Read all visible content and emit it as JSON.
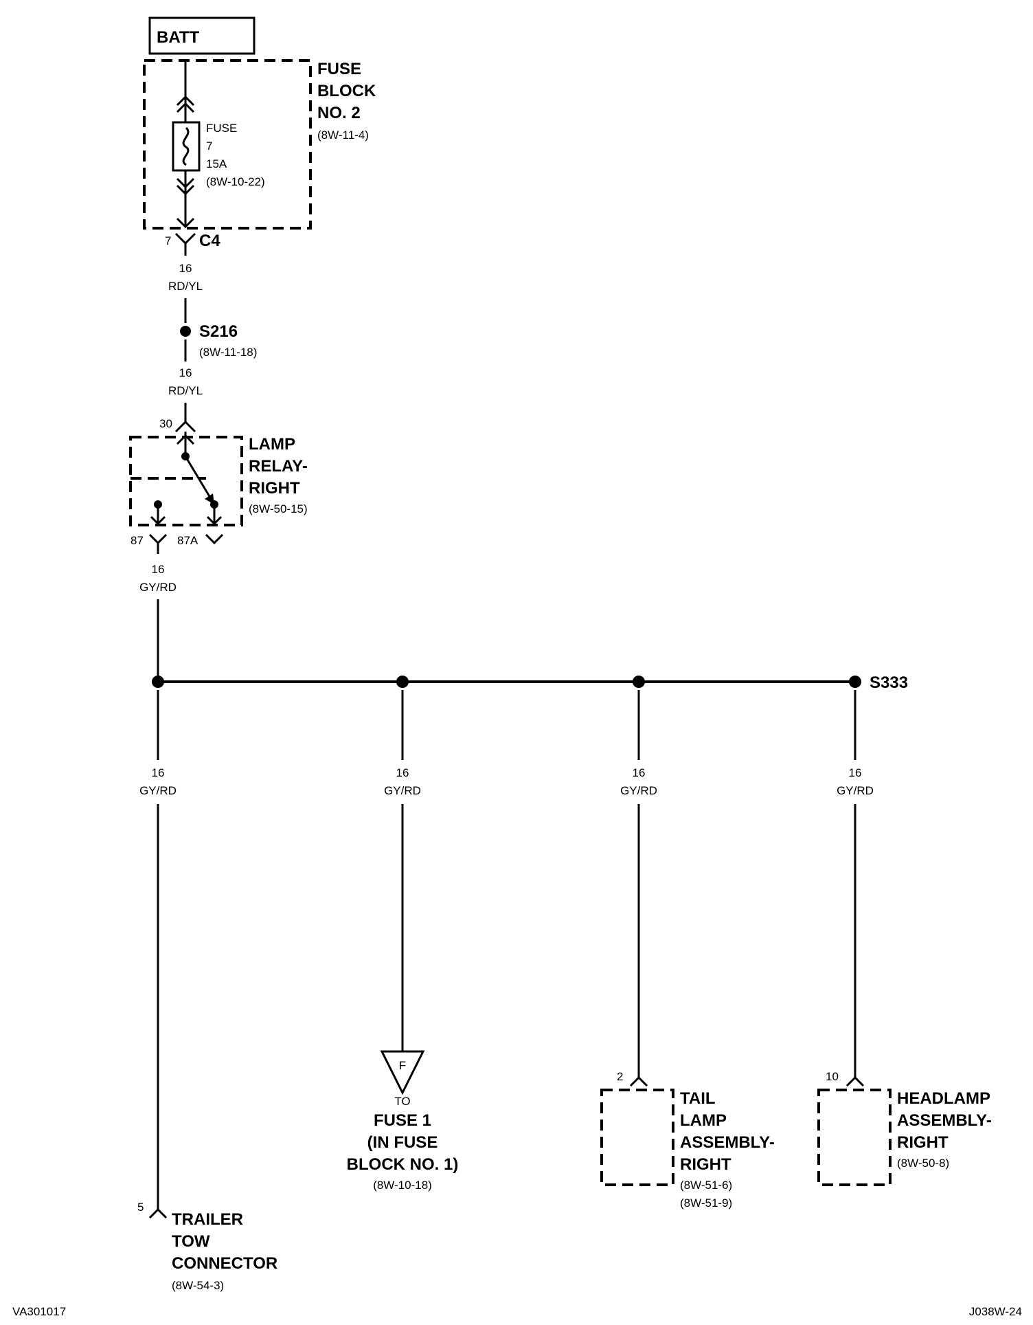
{
  "batt": "BATT",
  "fuse_block_2": {
    "line1": "FUSE",
    "line2": "BLOCK",
    "line3": "NO. 2",
    "ref": "(8W-11-4)"
  },
  "fuse": {
    "label": "FUSE",
    "number": "7",
    "rating": "15A",
    "ref": "(8W-10-22)"
  },
  "c4": {
    "pin": "7",
    "name": "C4"
  },
  "wire_a": {
    "gauge": "16",
    "color": "RD/YL"
  },
  "s216": {
    "name": "S216",
    "ref": "(8W-11-18)"
  },
  "wire_b": {
    "gauge": "16",
    "color": "RD/YL"
  },
  "relay": {
    "pin_in": "30",
    "line1": "LAMP",
    "line2": "RELAY-",
    "line3": "RIGHT",
    "ref": "(8W-50-15)",
    "pin_87": "87",
    "pin_87a": "87A"
  },
  "wire_c": {
    "gauge": "16",
    "color": "GY/RD"
  },
  "s333": {
    "name": "S333"
  },
  "branches": [
    {
      "gauge": "16",
      "color": "GY/RD"
    },
    {
      "gauge": "16",
      "color": "GY/RD"
    },
    {
      "gauge": "16",
      "color": "GY/RD"
    },
    {
      "gauge": "16",
      "color": "GY/RD"
    }
  ],
  "trailer": {
    "pin": "5",
    "line1": "TRAILER",
    "line2": "TOW",
    "line3": "CONNECTOR",
    "ref": "(8W-54-3)"
  },
  "fuse1": {
    "symbol": "F",
    "to": "TO",
    "line1": "FUSE 1",
    "line2": "(IN FUSE",
    "line3": "BLOCK NO. 1)",
    "ref": "(8W-10-18)"
  },
  "tail": {
    "pin": "2",
    "line1": "TAIL",
    "line2": "LAMP",
    "line3": "ASSEMBLY-",
    "line4": "RIGHT",
    "ref1": "(8W-51-6)",
    "ref2": "(8W-51-9)"
  },
  "headlamp": {
    "pin": "10",
    "line1": "HEADLAMP",
    "line2": "ASSEMBLY-",
    "line3": "RIGHT",
    "ref": "(8W-50-8)"
  },
  "footer": {
    "left": "VA301017",
    "right": "J038W-24"
  }
}
